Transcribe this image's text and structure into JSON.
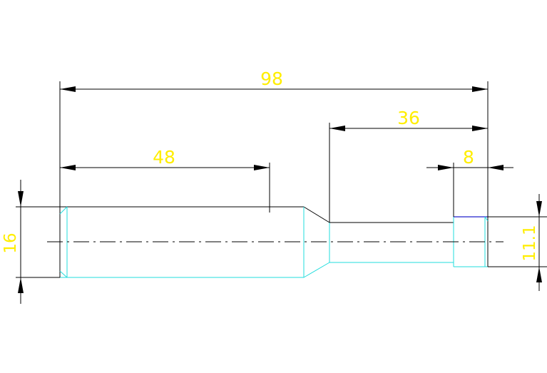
{
  "drawing": {
    "dimensions": {
      "overall_length": "98",
      "left_section_length": "48",
      "right_section_length": "36",
      "end_section_length": "8",
      "left_diameter": "16",
      "end_diameter": "11.1"
    },
    "colors": {
      "background": "#ffffff",
      "dimension_lines": "#000000",
      "outline_cyan": "#22dddd",
      "dimension_text": "#ffee00",
      "edge_blue": "#2020cc"
    }
  }
}
